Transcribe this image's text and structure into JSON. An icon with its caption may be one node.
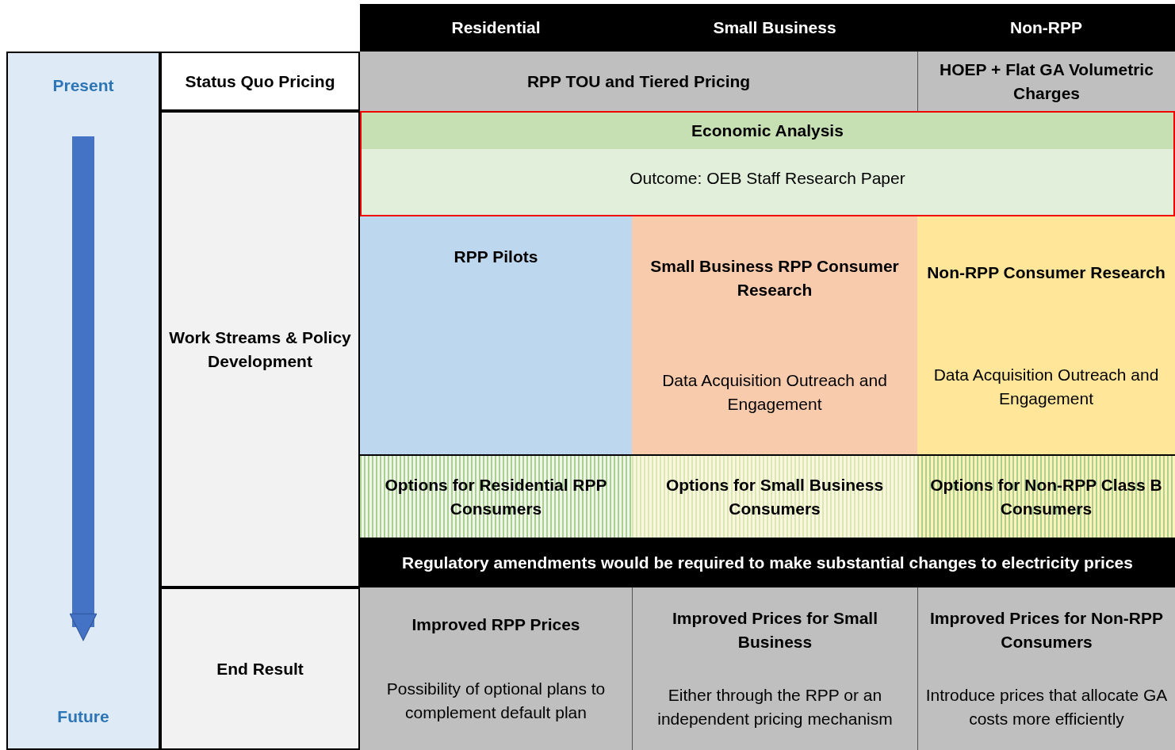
{
  "diagram": {
    "nodes": [
      {
        "text": [],
        "shape": "box"
      },
      {
        "text": [
          "Present"
        ],
        "in": 0
      },
      {
        "text": [
          "Future"
        ],
        "in": 0
      },
      {
        "text": [
          "Residential"
        ]
      },
      {
        "text": [
          "Small Business"
        ]
      },
      {
        "text": [
          "Non-RPP"
        ]
      },
      {
        "text": [
          "Status Quo Pricing"
        ]
      },
      {
        "text": [
          "RPP TOU and Tiered Pricing"
        ]
      },
      {
        "text": [
          "HOEP + Flat GA Volumetric Charges"
        ]
      },
      {
        "text": [
          "Work Streams & Policy Development"
        ]
      },
      {
        "text": [
          "Economic Analysis",
          "Outcome: OEB Staff Research Paper"
        ]
      },
      {
        "text": [
          "RPP Pilots"
        ]
      },
      {
        "text": [
          "Small Business RPP Consumer Research",
          "Data Acquisition Outreach and Engagement"
        ]
      },
      {
        "text": [
          "Non-RPP Consumer Research",
          "Data Acquisition Outreach and Engagement"
        ]
      },
      {
        "text": [
          "Options for Residential RPP Consumers"
        ]
      },
      {
        "text": [
          "Options for Small Business Consumers"
        ]
      },
      {
        "text": [
          "Options for Non-RPP Class B Consumers"
        ]
      },
      {
        "text": [
          "Regulatory amendments would be required to make substantial changes to electricity prices"
        ]
      },
      {
        "text": [
          "End Result"
        ]
      },
      {
        "text": [
          "Improved RPP Prices",
          "Possibility of optional plans to complement default plan"
        ]
      },
      {
        "text": [
          "Improved Prices for Small Business",
          "Either through the RPP or an independent pricing mechanism"
        ]
      },
      {
        "text": [
          "Improved Prices for Non-RPP Consumers",
          "Introduce prices that allocate GA costs more efficiently"
        ]
      }
    ],
    "edges": [
      {
        "from": 1,
        "to": 2,
        "arrow": "to"
      }
    ]
  }
}
